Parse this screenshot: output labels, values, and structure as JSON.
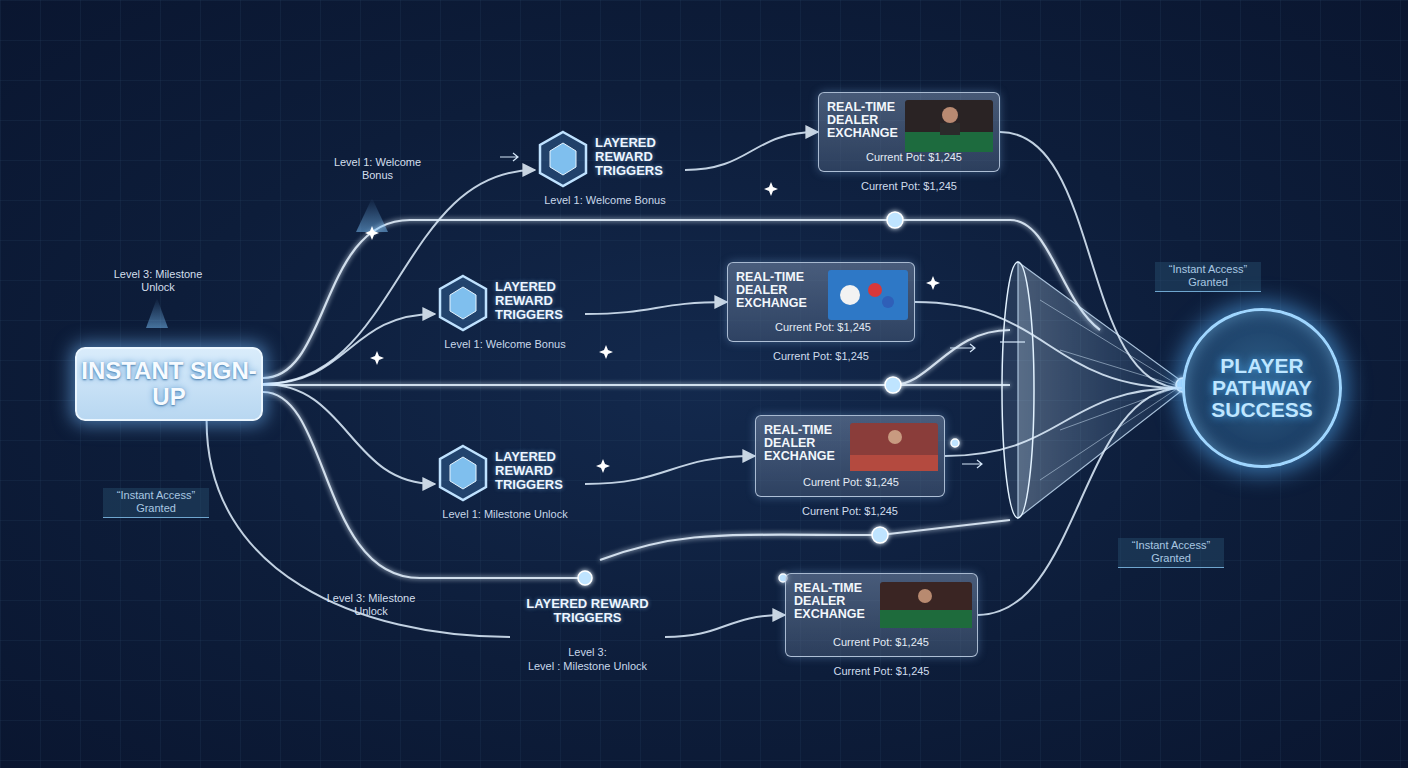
{
  "diagram": {
    "nodes": [
      {
        "text": [
          "INSTANT SIGN-UP"
        ]
      },
      {
        "text": [
          "LAYERED REWARD TRIGGERS",
          "Level 1: Welcome Bonus"
        ]
      },
      {
        "text": [
          "LAYERED REWARD TRIGGERS",
          "Level 1: Welcome Bonus"
        ]
      },
      {
        "text": [
          "LAYERED REWARD TRIGGERS",
          "Level 1: Milestone Unlock"
        ]
      },
      {
        "text": [
          "LAYERED REWARD TRIGGERS",
          "Level 3:",
          "Level : Milestone Unlock"
        ]
      },
      {
        "text": [
          "REAL-TIME DEALER EXCHANGE",
          "Current Pot: $1,245",
          "Current Pot: $1,245"
        ]
      },
      {
        "text": [
          "REAL-TIME DEALER EXCHANGE",
          "Current Pot: $1,245",
          "Current Pot: $1,245"
        ]
      },
      {
        "text": [
          "REAL-TIME DEALER EXCHANGE",
          "Current Pot: $1,245",
          "Current Pot: $1,245"
        ]
      },
      {
        "text": [
          "REAL-TIME DEALER EXCHANGE",
          "Current Pot: $1,245",
          "Current Pot: $1,245"
        ]
      },
      {
        "text": [
          "PLAYER PATHWAY SUCCESS"
        ]
      }
    ],
    "edges": [
      {
        "from": 0,
        "to": 1,
        "arrow": "to"
      },
      {
        "from": 0,
        "to": 2,
        "arrow": "to"
      },
      {
        "from": 0,
        "to": 3,
        "arrow": "to"
      },
      {
        "from": 0,
        "to": 4,
        "arrow": "none"
      },
      {
        "from": 1,
        "to": 5,
        "arrow": "to"
      },
      {
        "from": 2,
        "to": 6,
        "arrow": "to"
      },
      {
        "from": 3,
        "to": 7,
        "arrow": "to"
      },
      {
        "from": 4,
        "to": 8,
        "arrow": "to"
      },
      {
        "from": 5,
        "to": 9,
        "arrow": "none"
      },
      {
        "from": 6,
        "to": 9,
        "arrow": "none"
      },
      {
        "from": 7,
        "to": 9,
        "arrow": "none"
      },
      {
        "from": 8,
        "to": 9,
        "arrow": "none"
      }
    ],
    "labels": [
      "Level 1: Welcome Bonus",
      "Level 3: Milestone Unlock",
      "“Instant Access” Granted",
      "“Instant Access” Granted",
      "“Instant Access” Granted",
      "Level 3: Milestone Unlock"
    ]
  }
}
